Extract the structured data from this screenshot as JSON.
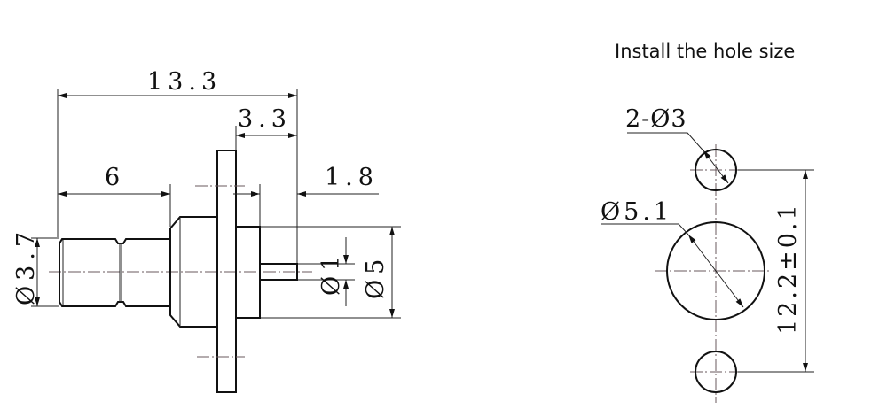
{
  "title": "Install the hole size",
  "connector_view": {
    "overall_length": "13.3",
    "flange_to_tip": "3.3",
    "thread_length": "6",
    "pin_length": "1.8",
    "thread_diameter": "Ø3.7",
    "pin_diameter": "Ø1",
    "rear_diameter": "Ø5"
  },
  "hole_pattern": {
    "mount_holes": "2-Ø3",
    "center_hole": "Ø5.1",
    "hole_spacing": "12.2±0.1"
  }
}
